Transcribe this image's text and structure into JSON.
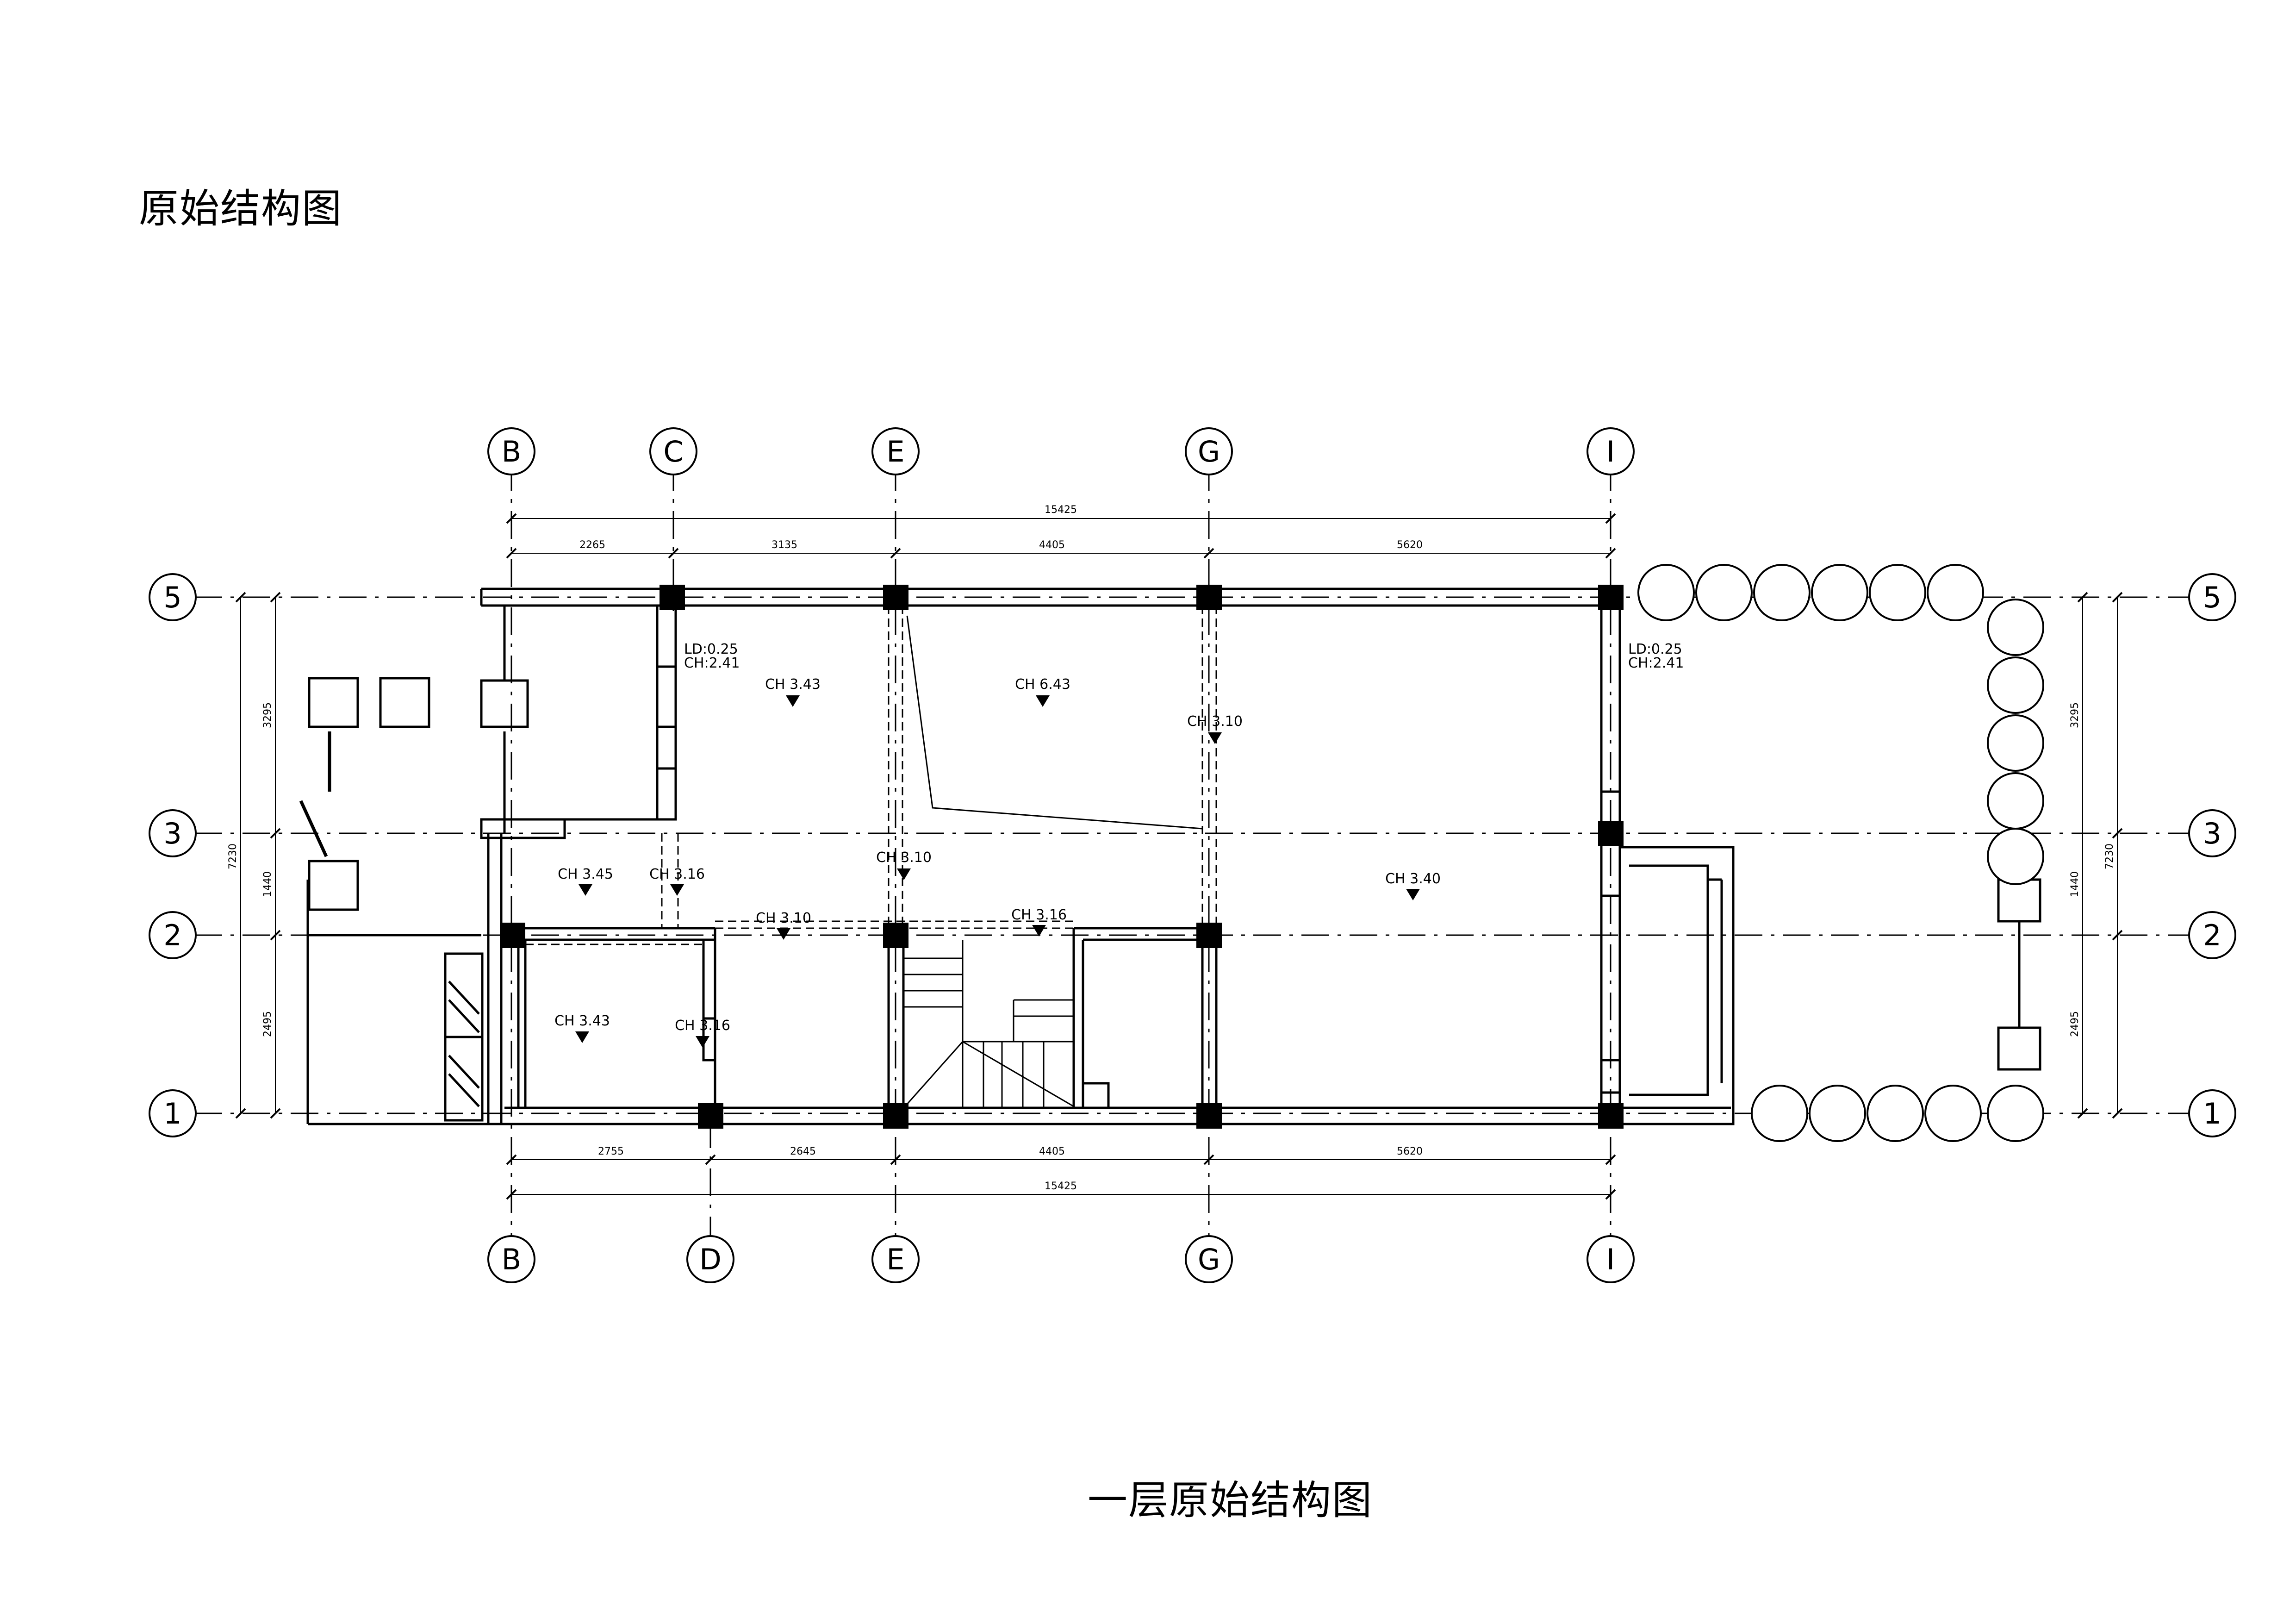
{
  "page_title": "原始结构图",
  "drawing_title": "一层原始结构图",
  "grid_top_labels": [
    "B",
    "C",
    "E",
    "G",
    "I"
  ],
  "grid_bottom_labels": [
    "B",
    "D",
    "E",
    "G",
    "I"
  ],
  "grid_row_labels": [
    "5",
    "3",
    "2",
    "1"
  ],
  "dims_top_total": "15425",
  "dims_top_segments": [
    "2265",
    "3135",
    "4405",
    "5620"
  ],
  "dims_bottom_segments": [
    "2755",
    "2645",
    "4405",
    "5620"
  ],
  "dims_bottom_total": "15425",
  "dims_left": {
    "total": "7230",
    "seg_a": "3295",
    "seg_b": "1440",
    "seg_c": "2495"
  },
  "dims_right": {
    "total": "7230",
    "seg_a": "3295",
    "seg_b": "1440",
    "seg_c": "2495"
  },
  "annotations": {
    "ld_left": "LD:0.25",
    "ch_left_window": "CH:2.41",
    "ld_right": "LD:0.25",
    "ch_right_window": "CH:2.41",
    "ch_room_c": "CH 3.43",
    "ch_room_e": "CH 6.43",
    "ch_beam_g": "CH 3.10",
    "ch_b3": "CH 3.45",
    "ch_c3": "CH 3.16",
    "ch_e3": "CH 3.10",
    "ch_d2": "CH 3.10",
    "ch_f2": "CH 3.16",
    "ch_main": "CH 3.40",
    "ch_b1": "CH 3.43",
    "ch_d1": "CH 3.16"
  }
}
